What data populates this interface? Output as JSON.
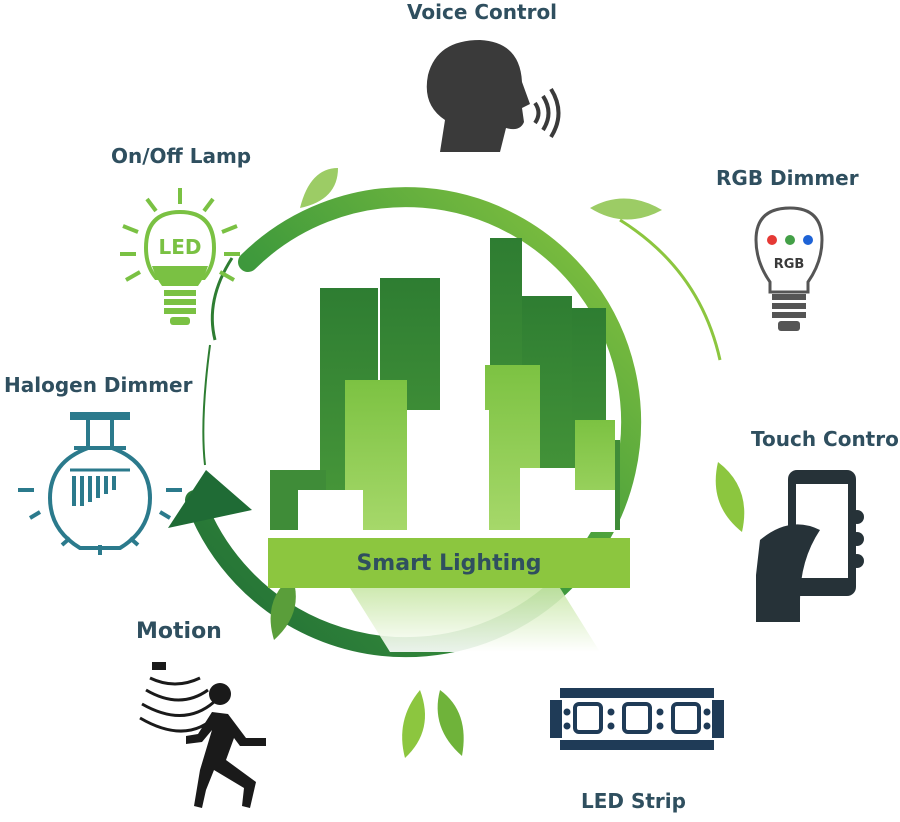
{
  "center": {
    "title": "Smart Lighting"
  },
  "nodes": {
    "voice": {
      "label": "Voice Control"
    },
    "rgb": {
      "label": "RGB Dimmer",
      "icon_text": "RGB"
    },
    "touch": {
      "label": "Touch Control"
    },
    "led_strip": {
      "label": "LED Strip"
    },
    "motion": {
      "label": "Motion"
    },
    "halogen": {
      "label": "Halogen Dimmer"
    },
    "onoff": {
      "label": "On/Off Lamp",
      "icon_text": "LED"
    }
  },
  "colors": {
    "label_text": "#2f4f5f",
    "cycle_dark": "#1f6b35",
    "cycle_light": "#8cc63f",
    "led_green": "#7ac143",
    "halogen_blue": "#2b7a8c",
    "icon_dark": "#3a3a3a",
    "strip_navy": "#1f3b57"
  }
}
